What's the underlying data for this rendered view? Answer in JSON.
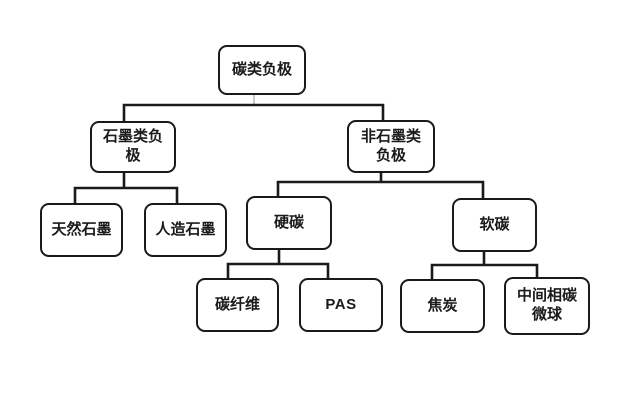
{
  "diagram": {
    "type": "tree",
    "background_color": "#ffffff",
    "line_color": "#1a1a1a",
    "box_border_color": "#1a1a1a",
    "gray_stub_color": "#c8c8c8",
    "nodes": {
      "root": {
        "label": "碳类负极"
      },
      "graphite": {
        "label": "石墨类负极"
      },
      "non_graphite": {
        "label": "非石墨类负极"
      },
      "natural_graphite": {
        "label": "天然石墨"
      },
      "artificial_graphite": {
        "label": "人造石墨"
      },
      "hard_carbon": {
        "label": "硬碳"
      },
      "soft_carbon": {
        "label": "软碳"
      },
      "carbon_fiber": {
        "label": "碳纤维"
      },
      "pas": {
        "label": "PAS"
      },
      "coke": {
        "label": "焦炭"
      },
      "mesocarbon_microbeads": {
        "label": "中间相碳微球"
      }
    },
    "edges": [
      {
        "from": "root",
        "to": "graphite"
      },
      {
        "from": "root",
        "to": "non_graphite"
      },
      {
        "from": "graphite",
        "to": "natural_graphite"
      },
      {
        "from": "graphite",
        "to": "artificial_graphite"
      },
      {
        "from": "non_graphite",
        "to": "hard_carbon"
      },
      {
        "from": "non_graphite",
        "to": "soft_carbon"
      },
      {
        "from": "hard_carbon",
        "to": "carbon_fiber"
      },
      {
        "from": "hard_carbon",
        "to": "pas"
      },
      {
        "from": "soft_carbon",
        "to": "coke"
      },
      {
        "from": "soft_carbon",
        "to": "mesocarbon_microbeads"
      }
    ]
  }
}
